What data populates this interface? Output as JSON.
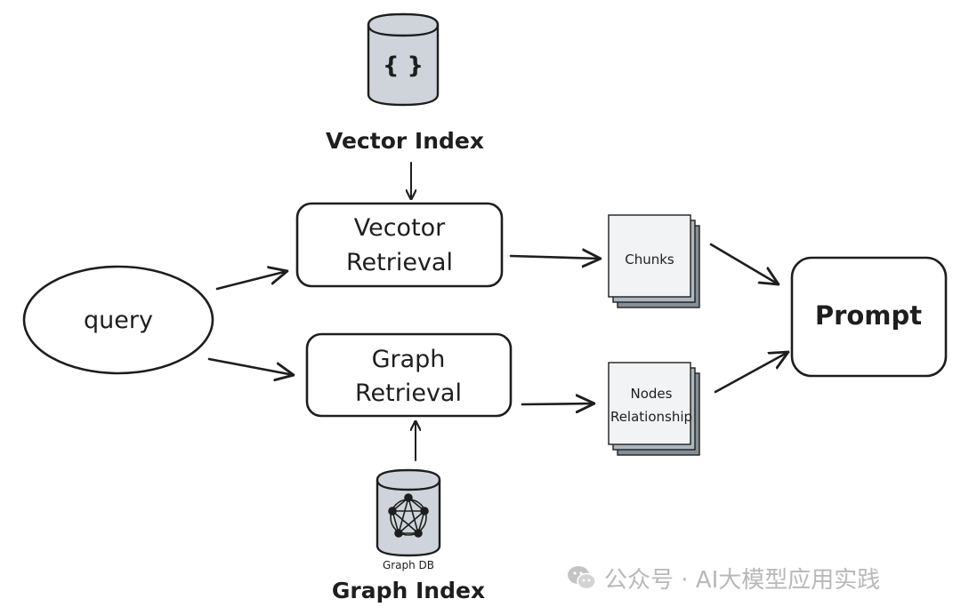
{
  "nodes": {
    "vector_index_label": "Vector Index",
    "vector_retrieval": [
      "Vecotor",
      "Retrieval"
    ],
    "query": "query",
    "graph_retrieval": [
      "Graph",
      "Retrieval"
    ],
    "chunks": "Chunks",
    "nodes_rel": [
      "Nodes",
      "Relationship"
    ],
    "prompt": "Prompt",
    "graph_db": "Graph DB",
    "graph_index_label": "Graph Index",
    "json_glyph": "{ }"
  },
  "watermark": {
    "text": "公众号 · AI大模型应用实践",
    "icon": "wechat-icon"
  },
  "colors": {
    "stroke": "#1e1e1e",
    "db_fill": "#ced4da",
    "doc_front": "#f1f3f5",
    "doc_mid": "#adb5bd",
    "doc_back": "#868e96",
    "watermark": "#b8b8b8"
  }
}
